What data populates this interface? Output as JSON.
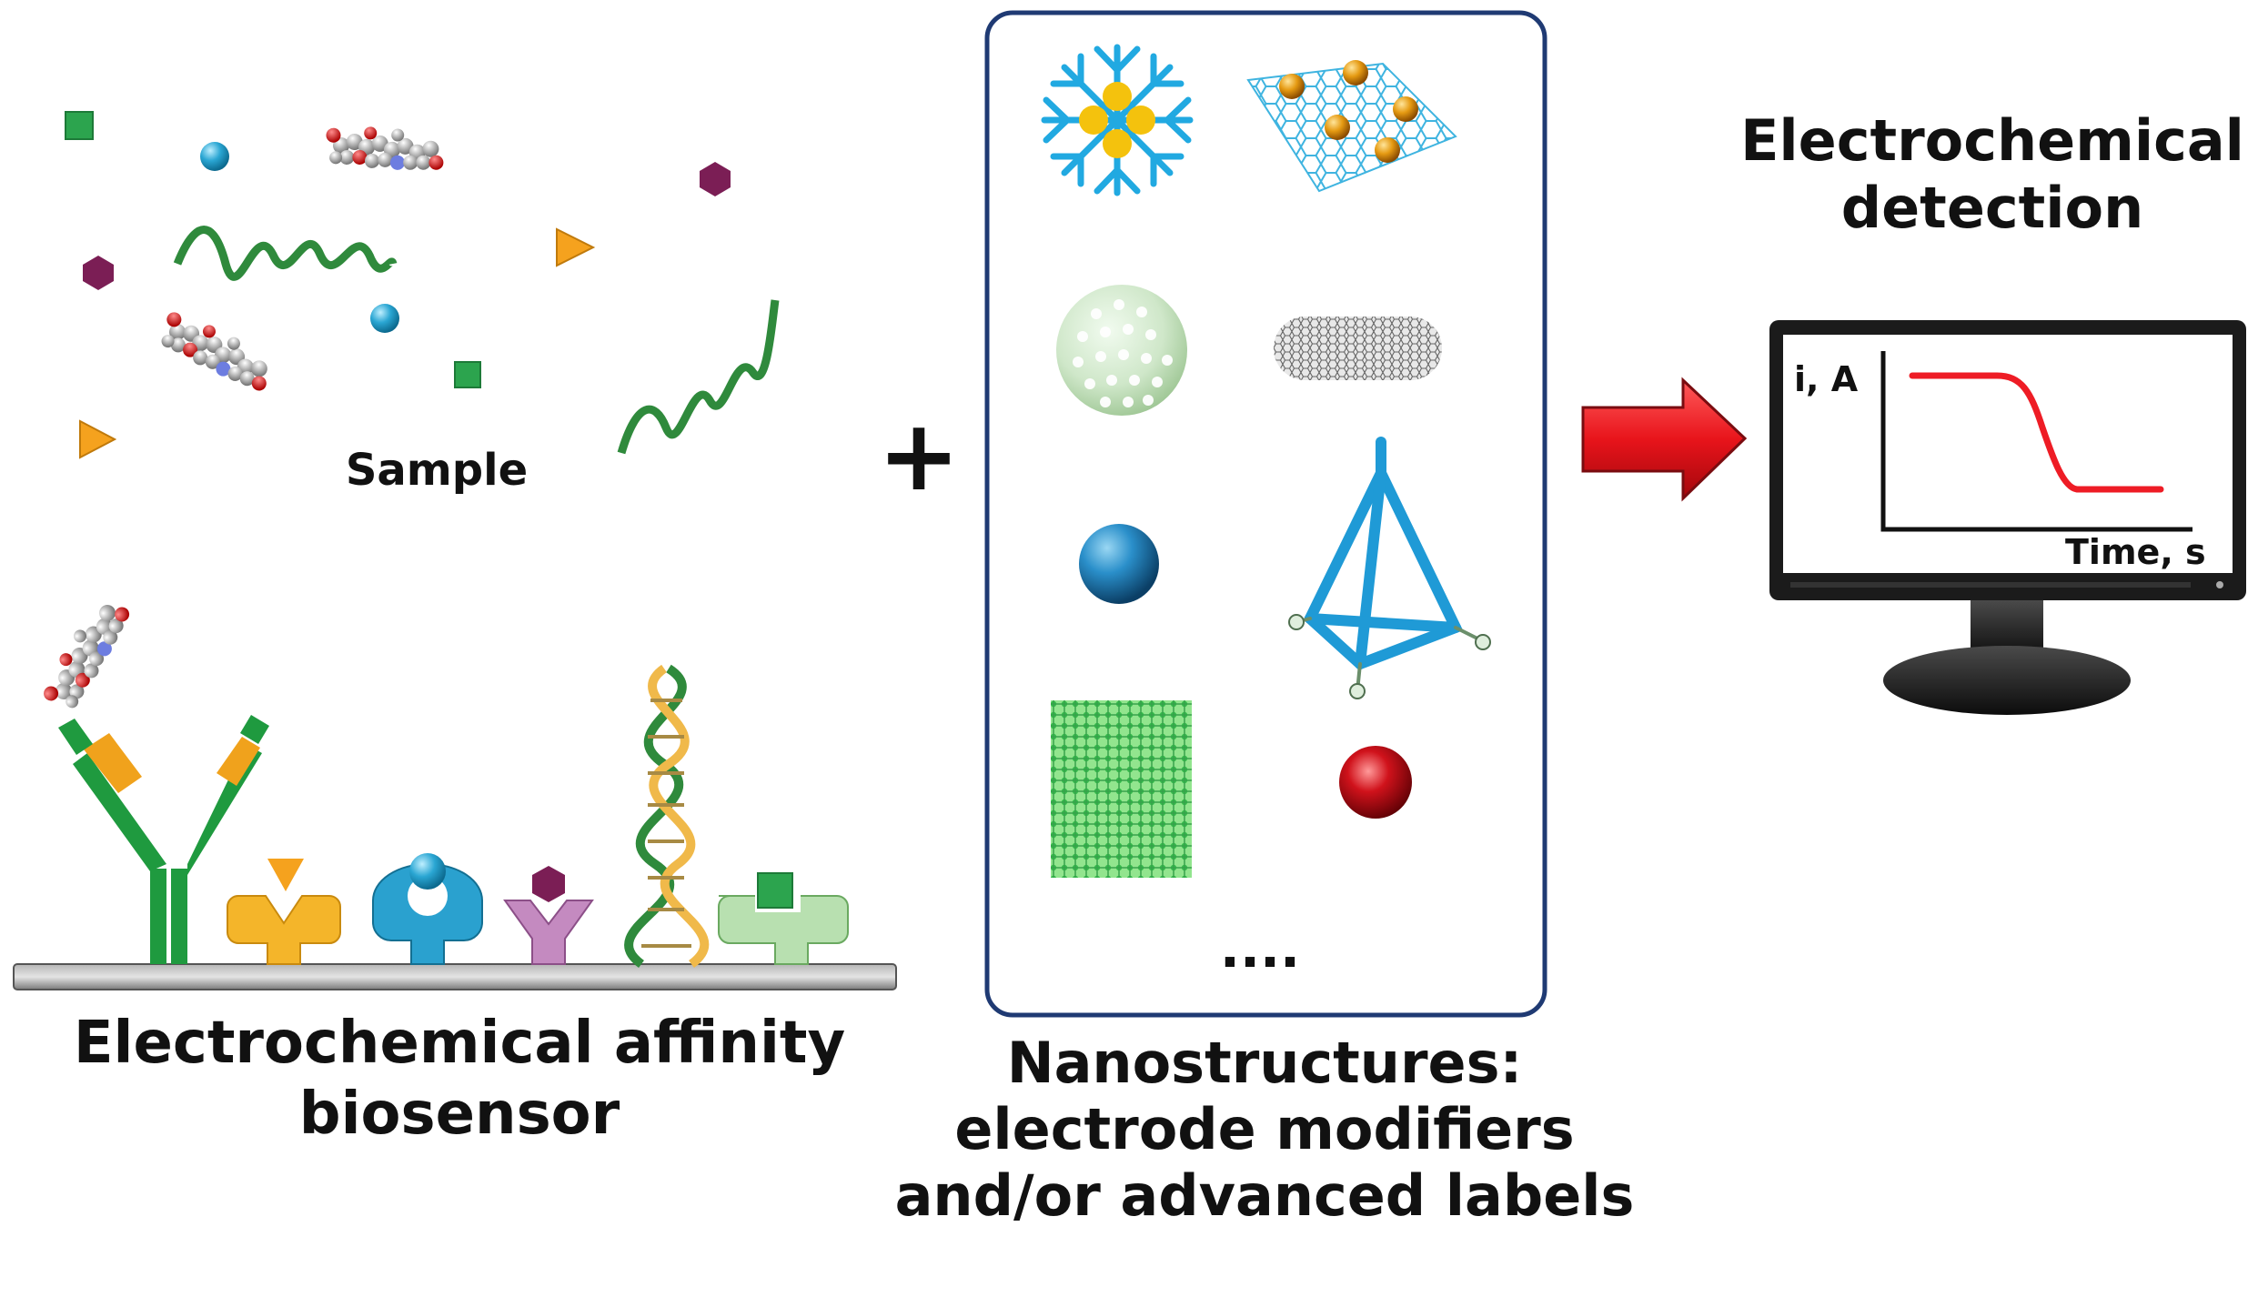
{
  "sample_label": "Sample",
  "plus_sign": "+",
  "biosensor_label_line1": "Electrochemical affinity",
  "biosensor_label_line2": "biosensor",
  "nano_label_line1": "Nanostructures:",
  "nano_label_line2": "electrode modifiers",
  "nano_label_line3": "and/or advanced labels",
  "nano_ellipsis": "....",
  "detection_label_line1": "Electrochemical",
  "detection_label_line2": "detection",
  "monitor_y_axis_label": "i, A",
  "monitor_x_axis_label": "Time, s",
  "colors": {
    "panel_border": "#1f3a73",
    "arrow_red": "#e8141b",
    "curve_red": "#ee1c25",
    "antibody_green": "#1f9a3f",
    "antibody_orange": "#f0a21c",
    "dna_green": "#2f8a3c",
    "dendrimer_blue": "#21a9e1",
    "gold": "#f4c20d",
    "purple_hexagon": "#7b1e55",
    "cyan_sphere": "#1595c2",
    "electrode_gray": "#8a8a8a"
  },
  "icons": [
    "dendrimer-nanostructure-icon",
    "graphene-nanoparticles-icon",
    "mesoporous-silica-sphere-icon",
    "carbon-nanotube-icon",
    "blue-nanosphere-icon",
    "dna-tetrahedron-icon",
    "green-framework-icon",
    "red-nanosphere-icon",
    "antibody-icon",
    "aptamer-receptor-icon",
    "dna-duplex-icon",
    "red-arrow-icon",
    "monitor-icon"
  ]
}
